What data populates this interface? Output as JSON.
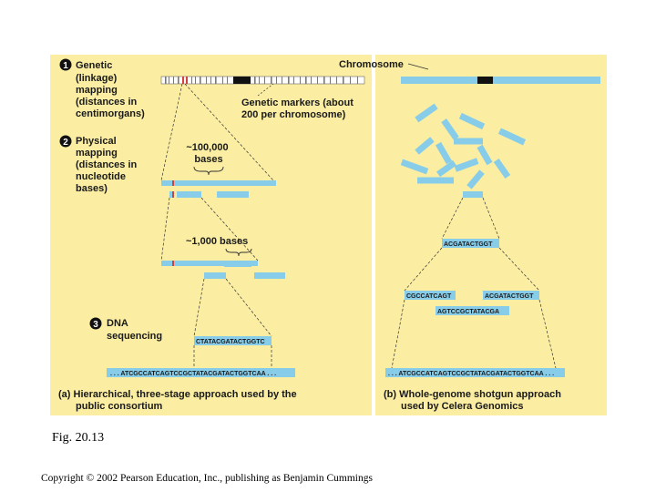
{
  "colors": {
    "panel_bg": "#fbeea3",
    "segment_blue": "#87cce8",
    "marker_red": "#d4403a",
    "centromere": "#111111"
  },
  "panel_a": {
    "step1_number": "1",
    "step1_label": [
      "Genetic",
      "(linkage)",
      "mapping",
      "(distances in",
      "centimorgans)"
    ],
    "step2_number": "2",
    "step2_label": [
      "Physical",
      "mapping",
      "(distances in",
      "nucleotide",
      "bases)"
    ],
    "step3_number": "3",
    "step3_label": [
      "DNA",
      "sequencing"
    ],
    "chromosome_label": "Chromosome",
    "markers_label": [
      "Genetic markers (about",
      "200 per chromosome)"
    ],
    "bases_100k_label": [
      "~100,000",
      "bases"
    ],
    "bases_1k_label": "~1,000 bases",
    "read_sequence": "CTATACGATACTGGTC",
    "full_sequence": ". . . ATCGCCATCAGTCCGCTATACGATACTGGTCAA . . .",
    "caption": [
      "(a) Hierarchical, three-stage approach used by the",
      "public consortium"
    ]
  },
  "panel_b": {
    "fragment_sequence": "ACGATACTGGT",
    "read_left": "CGCCATCAGT",
    "read_right": "ACGATACTGGT",
    "read_middle": "AGTCCGCTATACGA",
    "full_sequence": ". . . ATCGCCATCAGTCCGCTATACGATACTGGTCAA . . .",
    "caption": [
      "(b) Whole-genome shotgun approach",
      "used by Celera Genomics"
    ]
  },
  "figure_caption": "Fig. 20.13",
  "copyright": "Copyright © 2002 Pearson Education, Inc., publishing as Benjamin Cummings"
}
